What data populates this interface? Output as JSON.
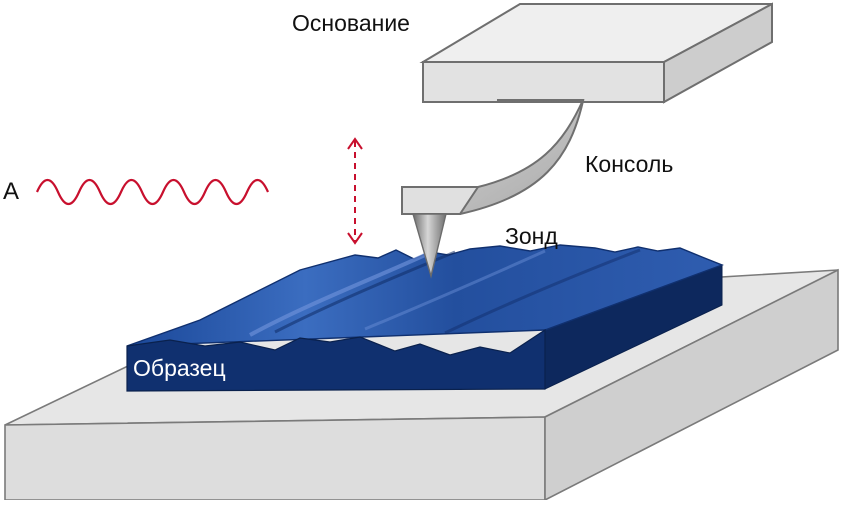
{
  "labels": {
    "base": "Основание",
    "cantilever": "Консоль",
    "probe": "Зонд",
    "amplitude": "А",
    "sample": "Образец"
  },
  "colors": {
    "platform_top": "#e6e6e6",
    "platform_side": "#d0d0d0",
    "platform_edge": "#7a7a7a",
    "sample_top": "#1f4f9d",
    "sample_front": "#10306f",
    "sample_side": "#0d285d",
    "wave": "#c8102e",
    "probe_tip": "#8a8a8a",
    "cantilever": "#bcbcbc",
    "text": "#111111",
    "text_inverse": "#ffffff"
  },
  "icons": {
    "oscillation": "sine-wave-icon",
    "motion_arrow": "double-arrow-icon"
  }
}
